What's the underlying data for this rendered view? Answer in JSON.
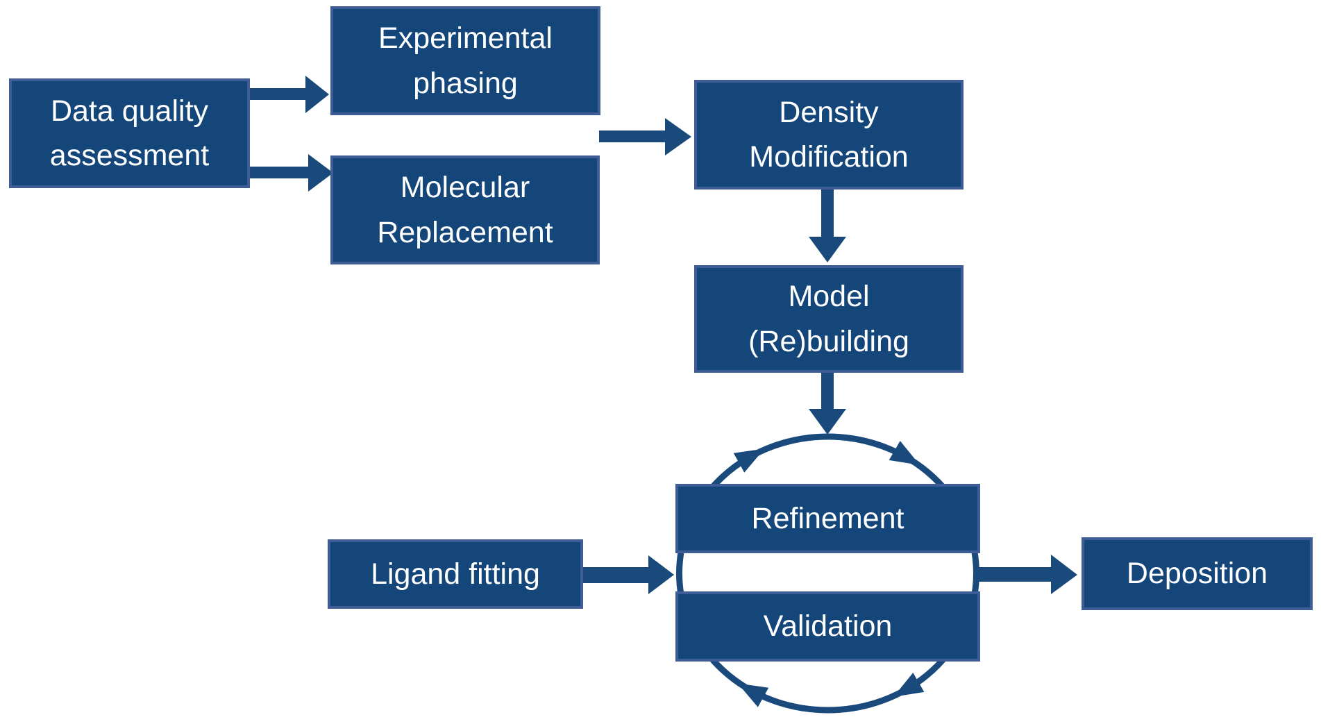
{
  "diagram": {
    "boxes": [
      {
        "id": "data-quality-assessment",
        "lines": [
          "Data quality",
          "assessment"
        ]
      },
      {
        "id": "experimental-phasing",
        "lines": [
          "Experimental",
          "phasing"
        ]
      },
      {
        "id": "molecular-replacement",
        "lines": [
          "Molecular",
          "Replacement"
        ]
      },
      {
        "id": "density-modification",
        "lines": [
          "Density",
          "Modification"
        ]
      },
      {
        "id": "model-rebuilding",
        "lines": [
          "Model",
          "(Re)building"
        ]
      },
      {
        "id": "refinement",
        "lines": [
          "Refinement"
        ]
      },
      {
        "id": "validation",
        "lines": [
          "Validation"
        ]
      },
      {
        "id": "ligand-fitting",
        "lines": [
          "Ligand fitting"
        ]
      },
      {
        "id": "deposition",
        "lines": [
          "Deposition"
        ]
      }
    ],
    "edges": [
      {
        "from": "data-quality-assessment",
        "to": "experimental-phasing"
      },
      {
        "from": "data-quality-assessment",
        "to": "molecular-replacement"
      },
      {
        "from": "experimental-phasing / molecular-replacement",
        "to": "density-modification"
      },
      {
        "from": "density-modification",
        "to": "model-rebuilding"
      },
      {
        "from": "model-rebuilding",
        "to": "refinement-validation-cycle"
      },
      {
        "from": "ligand-fitting",
        "to": "refinement-validation-cycle"
      },
      {
        "from": "refinement-validation-cycle",
        "to": "deposition"
      }
    ],
    "cycle": {
      "members": [
        "Refinement",
        "Validation"
      ],
      "direction": "clockwise"
    }
  },
  "colors": {
    "box_fill": "#15467A",
    "box_border": "#3E5C95",
    "arrow": "#1A4A7C",
    "text": "#FFFFFF",
    "page_bg": "#FFFFFF"
  }
}
